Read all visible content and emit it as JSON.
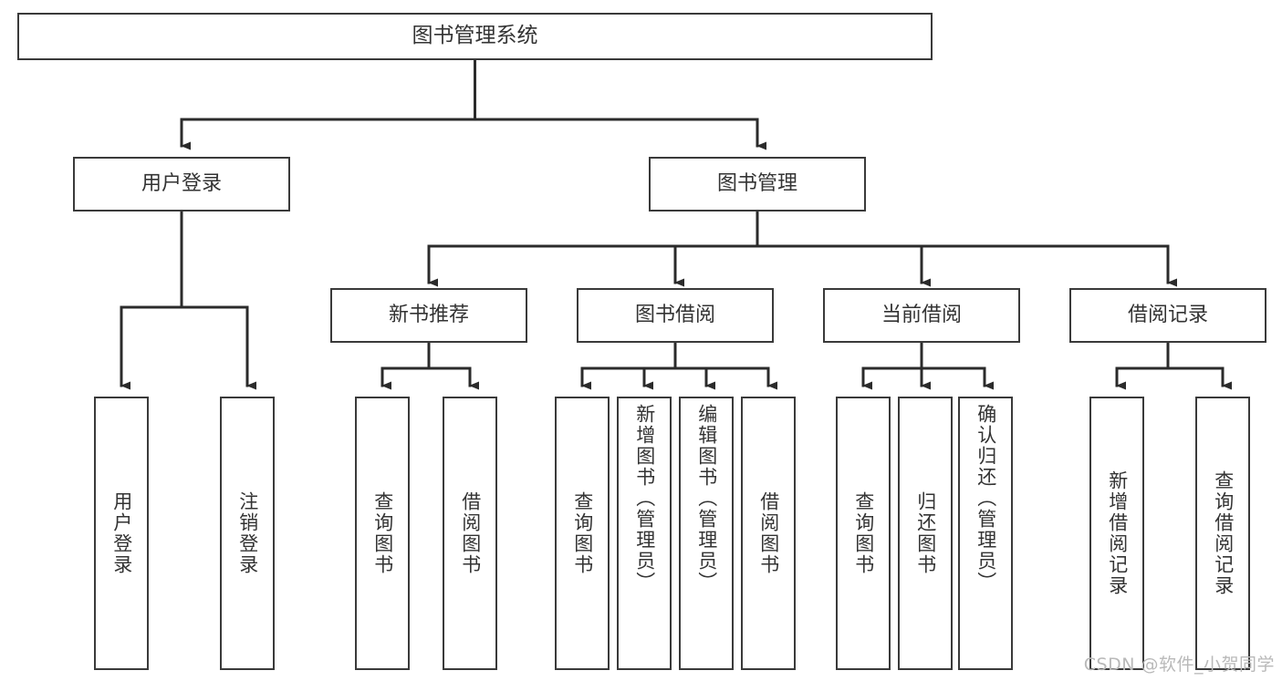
{
  "diagram": {
    "title": "图书管理系统",
    "type": "tree",
    "watermark": "CSDN @软件_小贺同学",
    "colors": {
      "box_border": "#3a3a3a",
      "box_fill": "#ffffff",
      "text": "#333333",
      "connector": "#2b2b2b",
      "watermark": "#b9b9b9",
      "background": "#ffffff"
    },
    "root": {
      "label": "图书管理系统"
    },
    "level1": [
      {
        "label": "用户登录"
      },
      {
        "label": "图书管理"
      }
    ],
    "level2": [
      {
        "label": "新书推荐"
      },
      {
        "label": "图书借阅"
      },
      {
        "label": "当前借阅"
      },
      {
        "label": "借阅记录"
      }
    ],
    "leaves": {
      "user_login": [
        {
          "label": "用户登录"
        },
        {
          "label": "注销登录"
        }
      ],
      "new_book_recommend": [
        {
          "label": "查询图书"
        },
        {
          "label": "借阅图书"
        }
      ],
      "book_borrow": [
        {
          "label": "查询图书"
        },
        {
          "label": "新增图书（管理员）"
        },
        {
          "label": "编辑图书（管理员）"
        },
        {
          "label": "借阅图书"
        }
      ],
      "current_borrow": [
        {
          "label": "查询图书"
        },
        {
          "label": "归还图书"
        },
        {
          "label": "确认归还（管理员）"
        }
      ],
      "borrow_record": [
        {
          "label": "新增借阅记录"
        },
        {
          "label": "查询借阅记录"
        }
      ]
    }
  }
}
